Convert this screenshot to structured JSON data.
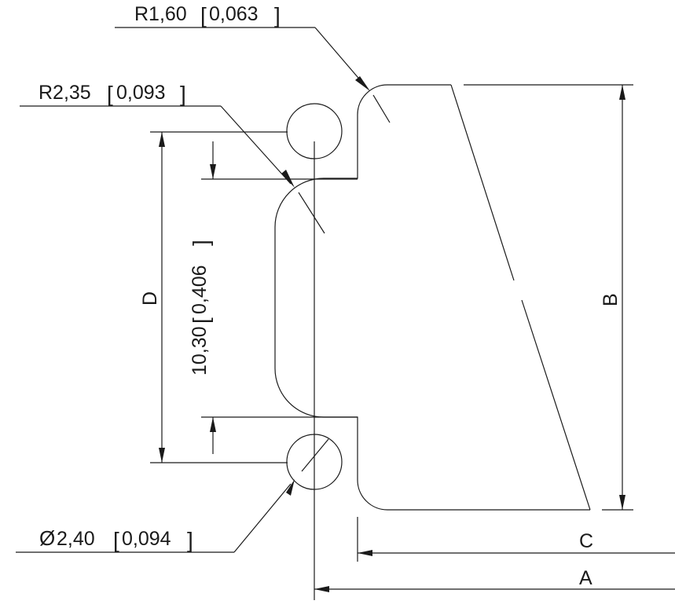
{
  "drawing": {
    "callouts": {
      "r160": {
        "main": "R1,60",
        "bracket": "0,063"
      },
      "r235": {
        "main": "R2,35",
        "bracket": "0,093"
      },
      "dia240": {
        "main": "2,40",
        "bracket": "0,094",
        "symbol": "Ø"
      }
    },
    "dimensions": {
      "span_1030": {
        "main": "10,30",
        "bracket": "0,406"
      },
      "d": "D",
      "b": "B",
      "c": "C",
      "a": "A"
    }
  }
}
